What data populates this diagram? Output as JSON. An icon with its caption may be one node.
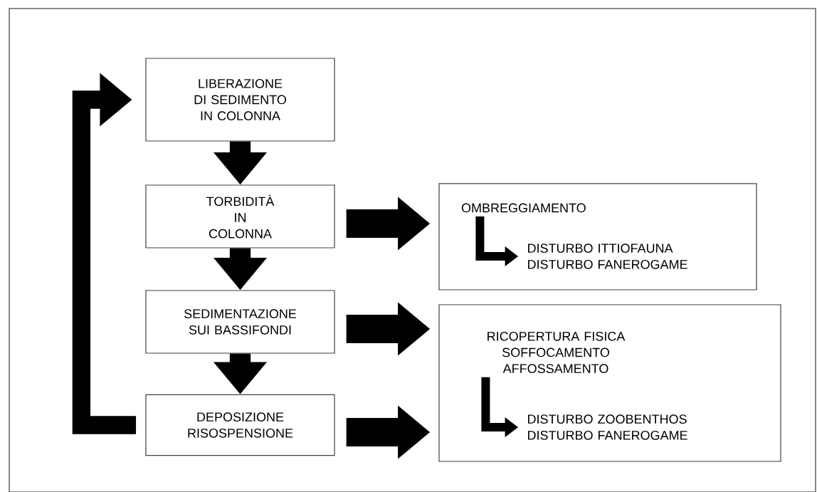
{
  "diagram": {
    "nodes": [
      {
        "text": [
          "LIBERAZIONE DI SEDIMENTO IN COLONNA"
        ]
      },
      {
        "text": [
          "TORBIDITÀ IN COLONNA"
        ]
      },
      {
        "text": [
          "SEDIMENTAZIONE SUI BASSIFONDI"
        ]
      },
      {
        "text": [
          "DEPOSIZIONE RISOSPENSIONE"
        ]
      },
      {
        "text": [],
        "shape": "box"
      },
      {
        "text": [
          "OMBREGGIAMENTO"
        ],
        "in": 4
      },
      {
        "text": [
          "DISTURBO ITTIOFAUNA DISTURBO FANEROGAME"
        ],
        "in": 4
      },
      {
        "text": [],
        "shape": "box"
      },
      {
        "text": [
          "RICOPERTURA FISICA SOFFOCAMENTO AFFOSSAMENTO"
        ],
        "in": 7
      },
      {
        "text": [
          "DISTURBO ZOOBENTHOS DISTURBO FANEROGAME"
        ],
        "in": 7
      }
    ],
    "edges": [
      {
        "from": 0,
        "to": 1,
        "arrow": "to"
      },
      {
        "from": 1,
        "to": 2,
        "arrow": "to"
      },
      {
        "from": 2,
        "to": 3,
        "arrow": "to"
      },
      {
        "from": 3,
        "to": 0,
        "arrow": "to"
      },
      {
        "from": 1,
        "to": 4,
        "arrow": "to"
      },
      {
        "from": 2,
        "to": 7,
        "arrow": "to"
      },
      {
        "from": 3,
        "to": 7,
        "arrow": "to"
      },
      {
        "from": 5,
        "to": 6,
        "arrow": "to"
      },
      {
        "from": 8,
        "to": 9,
        "arrow": "to"
      }
    ]
  }
}
